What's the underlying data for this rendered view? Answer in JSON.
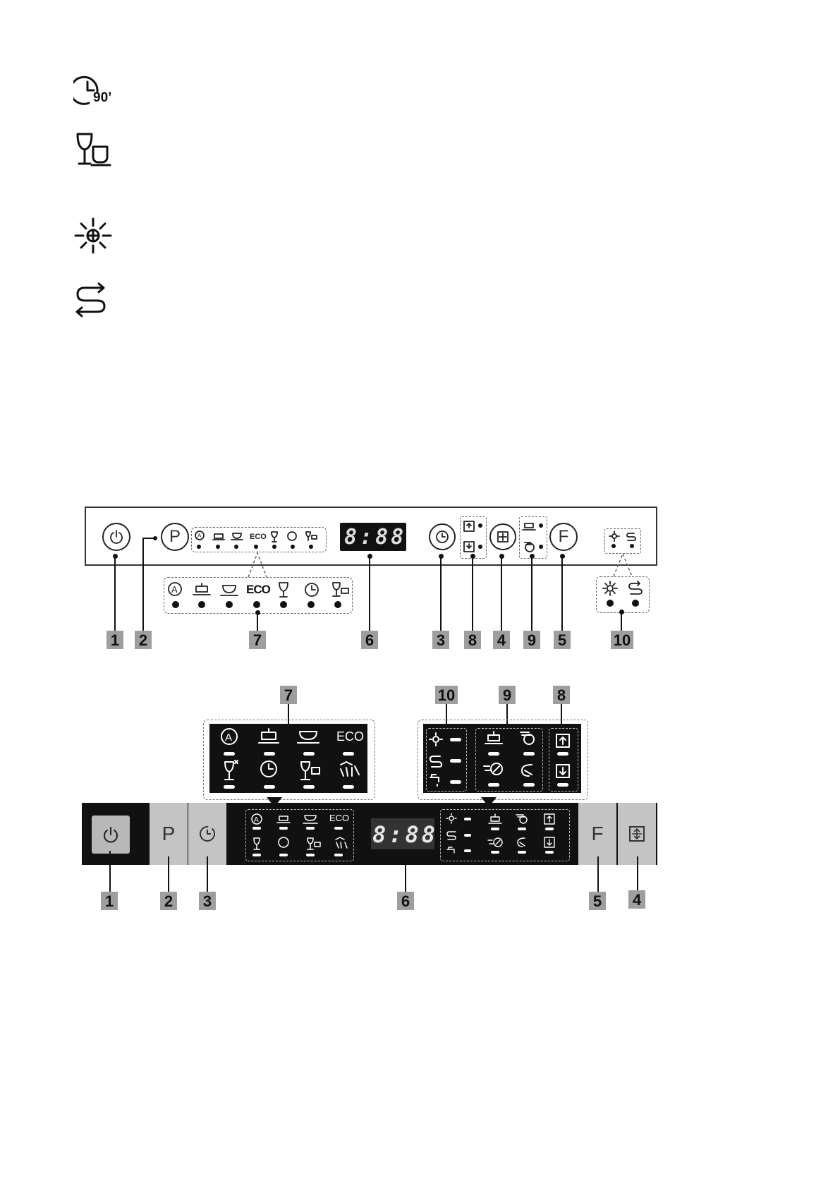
{
  "icons": [
    {
      "name": "clock-90-icon",
      "label": "90’"
    },
    {
      "name": "glass-and-cup-icon"
    },
    {
      "name": "sparkle-icon"
    },
    {
      "name": "recycle-arrows-icon"
    }
  ],
  "panel_a": {
    "button_p": "P",
    "button_f": "F",
    "display": "8:88",
    "eco_label": "ECO",
    "callouts": [
      "1",
      "2",
      "7",
      "6",
      "3",
      "8",
      "4",
      "9",
      "5",
      "10"
    ]
  },
  "panel_b": {
    "button_p": "P",
    "button_f": "F",
    "display": "8:88",
    "eco_label": "ECO",
    "callouts_top": [
      "7",
      "10",
      "9",
      "8"
    ],
    "callouts_bottom": [
      "1",
      "2",
      "3",
      "6",
      "5",
      "4"
    ]
  }
}
